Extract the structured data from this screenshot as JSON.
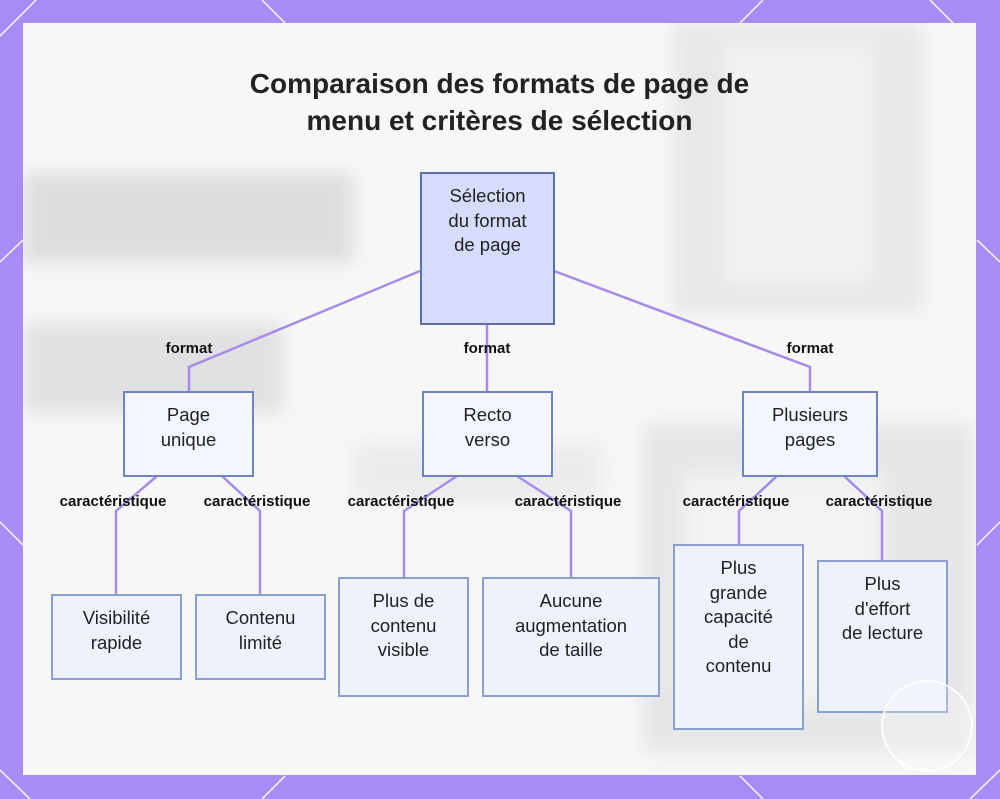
{
  "title": {
    "line1": "Comparaison des formats de page de",
    "line2": "menu et critères de sélection"
  },
  "colors": {
    "frame": "#a98bf5",
    "edge": "#a48ce8",
    "root_fill": "#d6dcfb",
    "node_fill": "#eef2fd",
    "node_border": "#8aa0cf"
  },
  "root": {
    "lines": [
      "Sélection",
      "du format",
      "de page"
    ]
  },
  "formats": [
    {
      "edge_label": "format",
      "lines": [
        "Page",
        "unique"
      ],
      "children": [
        {
          "edge_label": "caractéristique",
          "lines": [
            "Visibilité",
            "rapide"
          ]
        },
        {
          "edge_label": "caractéristique",
          "lines": [
            "Contenu",
            "limité"
          ]
        }
      ]
    },
    {
      "edge_label": "format",
      "lines": [
        "Recto",
        "verso"
      ],
      "children": [
        {
          "edge_label": "caractéristique",
          "lines": [
            "Plus de",
            "contenu",
            "visible"
          ]
        },
        {
          "edge_label": "caractéristique",
          "lines": [
            "Aucune",
            "augmentation",
            "de taille"
          ]
        }
      ]
    },
    {
      "edge_label": "format",
      "lines": [
        "Plusieurs",
        "pages"
      ],
      "children": [
        {
          "edge_label": "caractéristique",
          "lines": [
            "Plus",
            "grande",
            "capacité",
            "de",
            "contenu"
          ]
        },
        {
          "edge_label": "caractéristique",
          "lines": [
            "Plus",
            "d'effort",
            "de lecture"
          ]
        }
      ]
    }
  ]
}
